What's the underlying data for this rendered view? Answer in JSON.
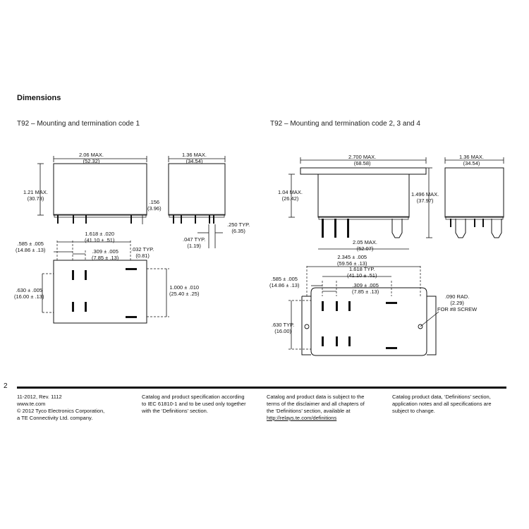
{
  "section_title": "Dimensions",
  "drawings": {
    "left_caption": "T92 – Mounting and termination code 1",
    "right_caption": "T92 – Mounting and termination code 2, 3 and 4"
  },
  "dims_left": {
    "width": [
      "2.06 MAX.",
      "(52.32)"
    ],
    "height": [
      "1.21 MAX.",
      "(30.73)"
    ],
    "depth": [
      "1.36 MAX.",
      "(34.54)"
    ],
    "pin_len": [
      ".156",
      "(3.96)"
    ],
    "pin_pitch": [
      ".250 TYP.",
      "(6.35)"
    ],
    "pin_thick": [
      ".047 TYP.",
      "(1.19)"
    ],
    "row_span": [
      "1.618 ± .020",
      "(41.10 ± .51)"
    ],
    "edge_offset": [
      ".585 ± .005",
      "(14.86 ± .13)"
    ],
    "pin_gap": [
      ".309 ± .005",
      "(7.85 ± .13)"
    ],
    "pin_width": [
      ".032 TYP.",
      "(0.81)"
    ],
    "row_pitch": [
      ".630 ± .005",
      "(16.00 ± .13)"
    ],
    "col_span": [
      "1.000 ± .010",
      "(25.40 ± .25)"
    ]
  },
  "dims_right": {
    "width": [
      "2.700 MAX.",
      "(68.58)"
    ],
    "depth": [
      "1.36 MAX.",
      "(34.54)"
    ],
    "body_height": [
      "1.04 MAX.",
      "(26.42)"
    ],
    "total_height": [
      "1.496 MAX.",
      "(37.97)"
    ],
    "base_width": [
      "2.05 MAX.",
      "(52.07)"
    ],
    "hole_span": [
      "2.345 ± .005",
      "(59.56 ± .13)"
    ],
    "row_span": [
      "1.618 TYP.",
      "(41.10 ± .51)"
    ],
    "edge_offset": [
      ".585 ± .005",
      "(14.86 ± .13)"
    ],
    "pin_gap": [
      ".309 ± .005",
      "(7.85 ± .13)"
    ],
    "row_pitch": [
      ".630 TYP.",
      "(16.00)"
    ],
    "rad": [
      ".090 RAD.",
      "(2.29)",
      "FOR #8 SCREW"
    ]
  },
  "page_number": "2",
  "footer": {
    "col1": [
      "11-2012, Rev. 1112",
      "www.te.com",
      "© 2012 Tyco Electronics Corporation,",
      "a TE Connectivity Ltd. company."
    ],
    "col2": [
      "Catalog and product specification according",
      "to IEC 61810-1 and to be used only together",
      "with the ‘Definitions’ section."
    ],
    "col3": [
      "Catalog and product data is subject to the",
      "terms of the disclaimer and all chapters of",
      "the ‘Definitions’ section, available at"
    ],
    "col3_link": "http://relays.te.com/definitions",
    "col4": [
      "Catalog product data, ‘Definitions’ section,",
      "application notes and all specifications are",
      "subject to change."
    ]
  }
}
